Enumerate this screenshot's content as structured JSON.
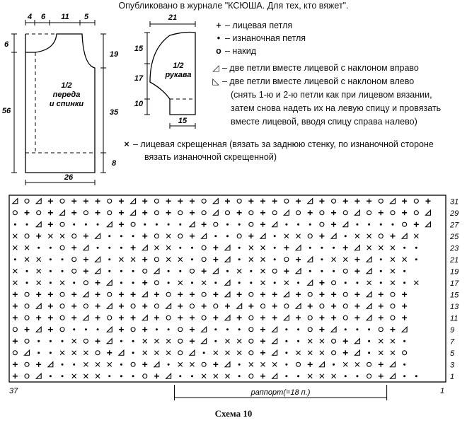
{
  "publication": "Опубликовано в журнале \"КСЮША. Для тех, кто вяжет\".",
  "body_schematic": {
    "label_line1": "1/2",
    "label_line2": "переда",
    "label_line3": "и спинки",
    "top_dims": [
      "4",
      "6",
      "11",
      "5"
    ],
    "left_dims": [
      "6",
      "56"
    ],
    "right_dims": [
      "19",
      "35",
      "8"
    ],
    "bottom_dim": "26"
  },
  "sleeve_schematic": {
    "label_line1": "1/2",
    "label_line2": "рукава",
    "top_dim": "21",
    "left_dims": [
      "15",
      "17",
      "10"
    ],
    "bottom_dim": "15"
  },
  "legend": [
    {
      "symbol": "+",
      "icon": "plus-icon",
      "text": "– лицевая петля"
    },
    {
      "symbol": "•",
      "icon": "dot-icon",
      "text": "– изнаночная петля"
    },
    {
      "symbol": "o",
      "icon": "circle-icon",
      "text": "– накид"
    },
    {
      "symbol": "◿",
      "icon": "triangle-right-icon",
      "text": "– две петли вместе лицевой с наклоном вправо"
    },
    {
      "symbol": "◺",
      "icon": "triangle-left-icon",
      "text": "– две петли вместе лицевой с наклоном влево"
    },
    {
      "symbol": "×",
      "icon": "cross-icon",
      "text": "– лицевая скрещенная (вязать за заднюю стенку, по изнаночной стороне"
    }
  ],
  "legend_continuations": {
    "left_slant": [
      "(снять 1-ю и 2-ю петли как при лицевом вязании,",
      "затем снова надеть их на левую спицу и провязать",
      "вместе лицевой, вводя спицу справа налево)"
    ],
    "crossed": "вязать  изнаночной скрещенной)"
  },
  "chart": {
    "stitch_count_label_left": "37",
    "stitch_count_label_right": "1",
    "repeat_label": "раппорт(=18 п.)",
    "row_numbers": [
      "31",
      "29",
      "27",
      "25",
      "23",
      "21",
      "19",
      "17",
      "15",
      "13",
      "11",
      "9",
      "7",
      "5",
      "3",
      "1"
    ],
    "rows": [
      "ToT+o+++o+T+o+++oT+o+++o+T+o+++oT+o+",
      "o+o+T+o+o+T+o+o+oTo+o+oTo+o+oTo+o+oT",
      "••T+o•••T+o••••T+o••o+T•••o+T••••o+T",
      "xo+xxo+T•••+oxo+T••o+T•xxo+T•xxo+Tx",
      "xx••o+T•••+Txx••o+T•xx•+T•••+Txxx••",
      "•xx••o+T•xx+oxx•o+T•xx•o+T•xx+T•xx•",
      "x•x••o+T•••oT••o+T•x•xo+T•••o+T•x•",
      "x•x•x•o+T••+o•x•x•T••x•x•T+o••x•x•x",
      "+o++o+T+o++T+o++o+T+o++T+o++o+T+o+",
      "+oT+o+o+T+o+oT+o+o+T+o+oT+o+o+T+o+",
      "+o++o+T+o++T+o++o+T+o++T+o++o+T+o+",
      "o+T+o•••T+o+••o+T•••o+T••o+T•••o+T",
      "+o•••xo+T••xxxo+T•xxo+T••xxo+T•xx•",
      "oT••xxxo+T•xxxoT•xxxo+T•xxxo+T•xxo",
      "+o+T••xxx•o+T•xxo+T•xxx•o+T•xxo+T•",
      "+oT••xxx•••o+T••xxx•o+T••xxx••o+T••"
    ]
  }
}
